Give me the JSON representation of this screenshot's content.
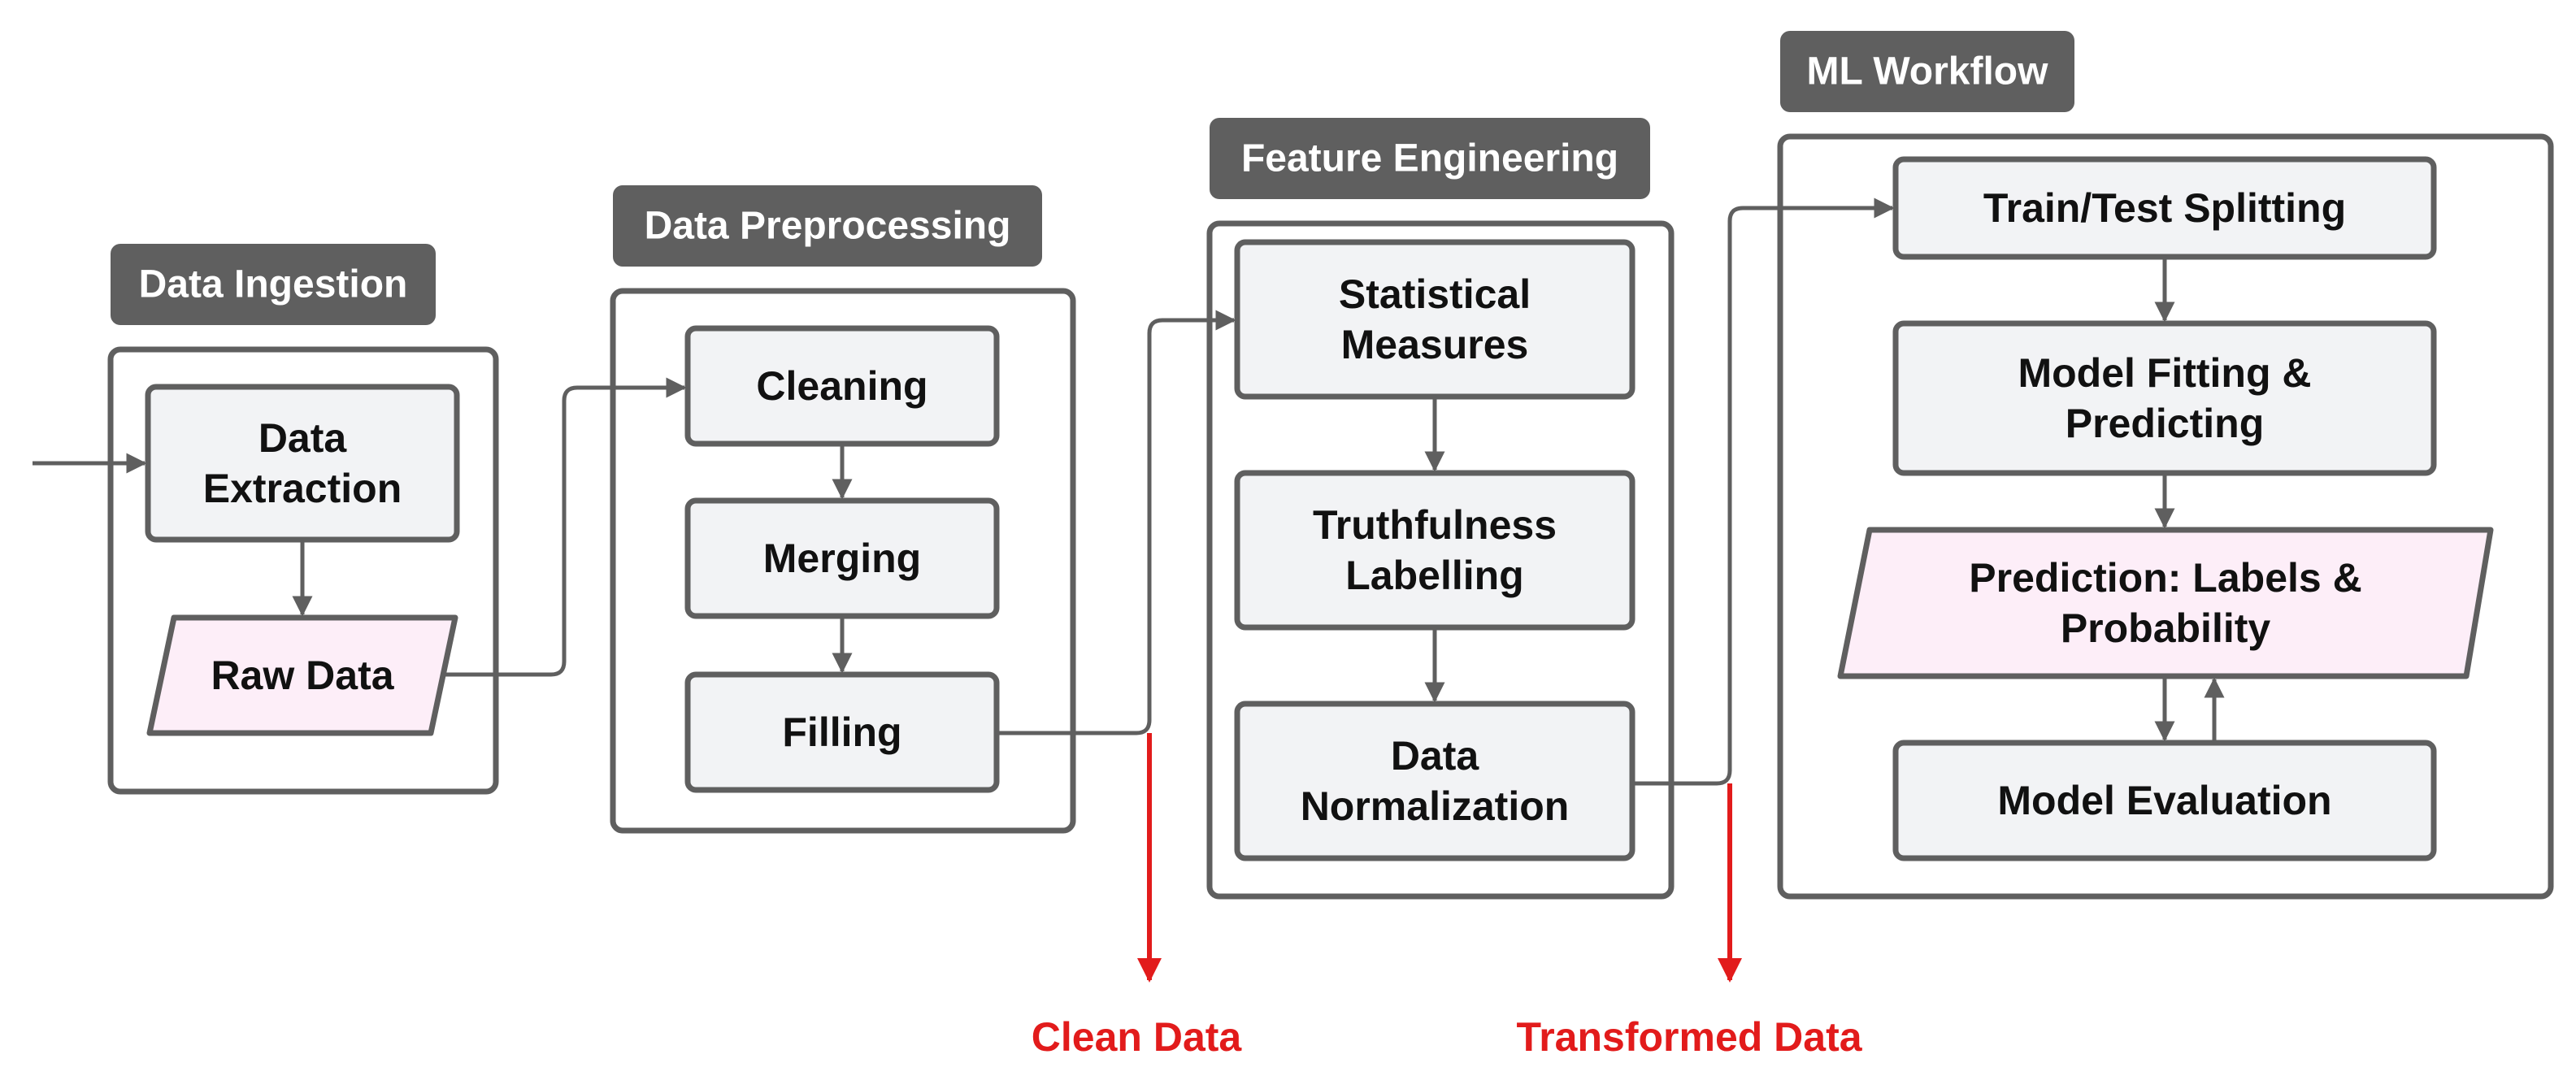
{
  "stages": {
    "ingestion": {
      "title": "Data Ingestion"
    },
    "preprocessing": {
      "title": "Data Preprocessing"
    },
    "feature_engineering": {
      "title": "Feature Engineering"
    },
    "ml_workflow": {
      "title": "ML Workflow"
    }
  },
  "nodes": {
    "data_extraction": [
      "Data",
      "Extraction"
    ],
    "raw_data": [
      "Raw Data"
    ],
    "cleaning": [
      "Cleaning"
    ],
    "merging": [
      "Merging"
    ],
    "filling": [
      "Filling"
    ],
    "statistical_measures": [
      "Statistical",
      "Measures"
    ],
    "truthfulness_labelling": [
      "Truthfulness",
      "Labelling"
    ],
    "data_normalization": [
      "Data",
      "Normalization"
    ],
    "train_test_splitting": [
      "Train/Test Splitting"
    ],
    "model_fitting": [
      "Model Fitting &",
      "Predicting"
    ],
    "prediction": [
      "Prediction: Labels &",
      "Probability"
    ],
    "model_evaluation": [
      "Model Evaluation"
    ]
  },
  "outputs": {
    "clean_data": "Clean Data",
    "transformed_data": "Transformed Data"
  },
  "colors": {
    "stroke": "#5f5f5f",
    "title_bg": "#5f5f5f",
    "title_text": "#ffffff",
    "process_fill": "#f2f3f5",
    "data_fill": "#fdeef8",
    "output_red": "#e21b1b",
    "text": "#111111"
  }
}
